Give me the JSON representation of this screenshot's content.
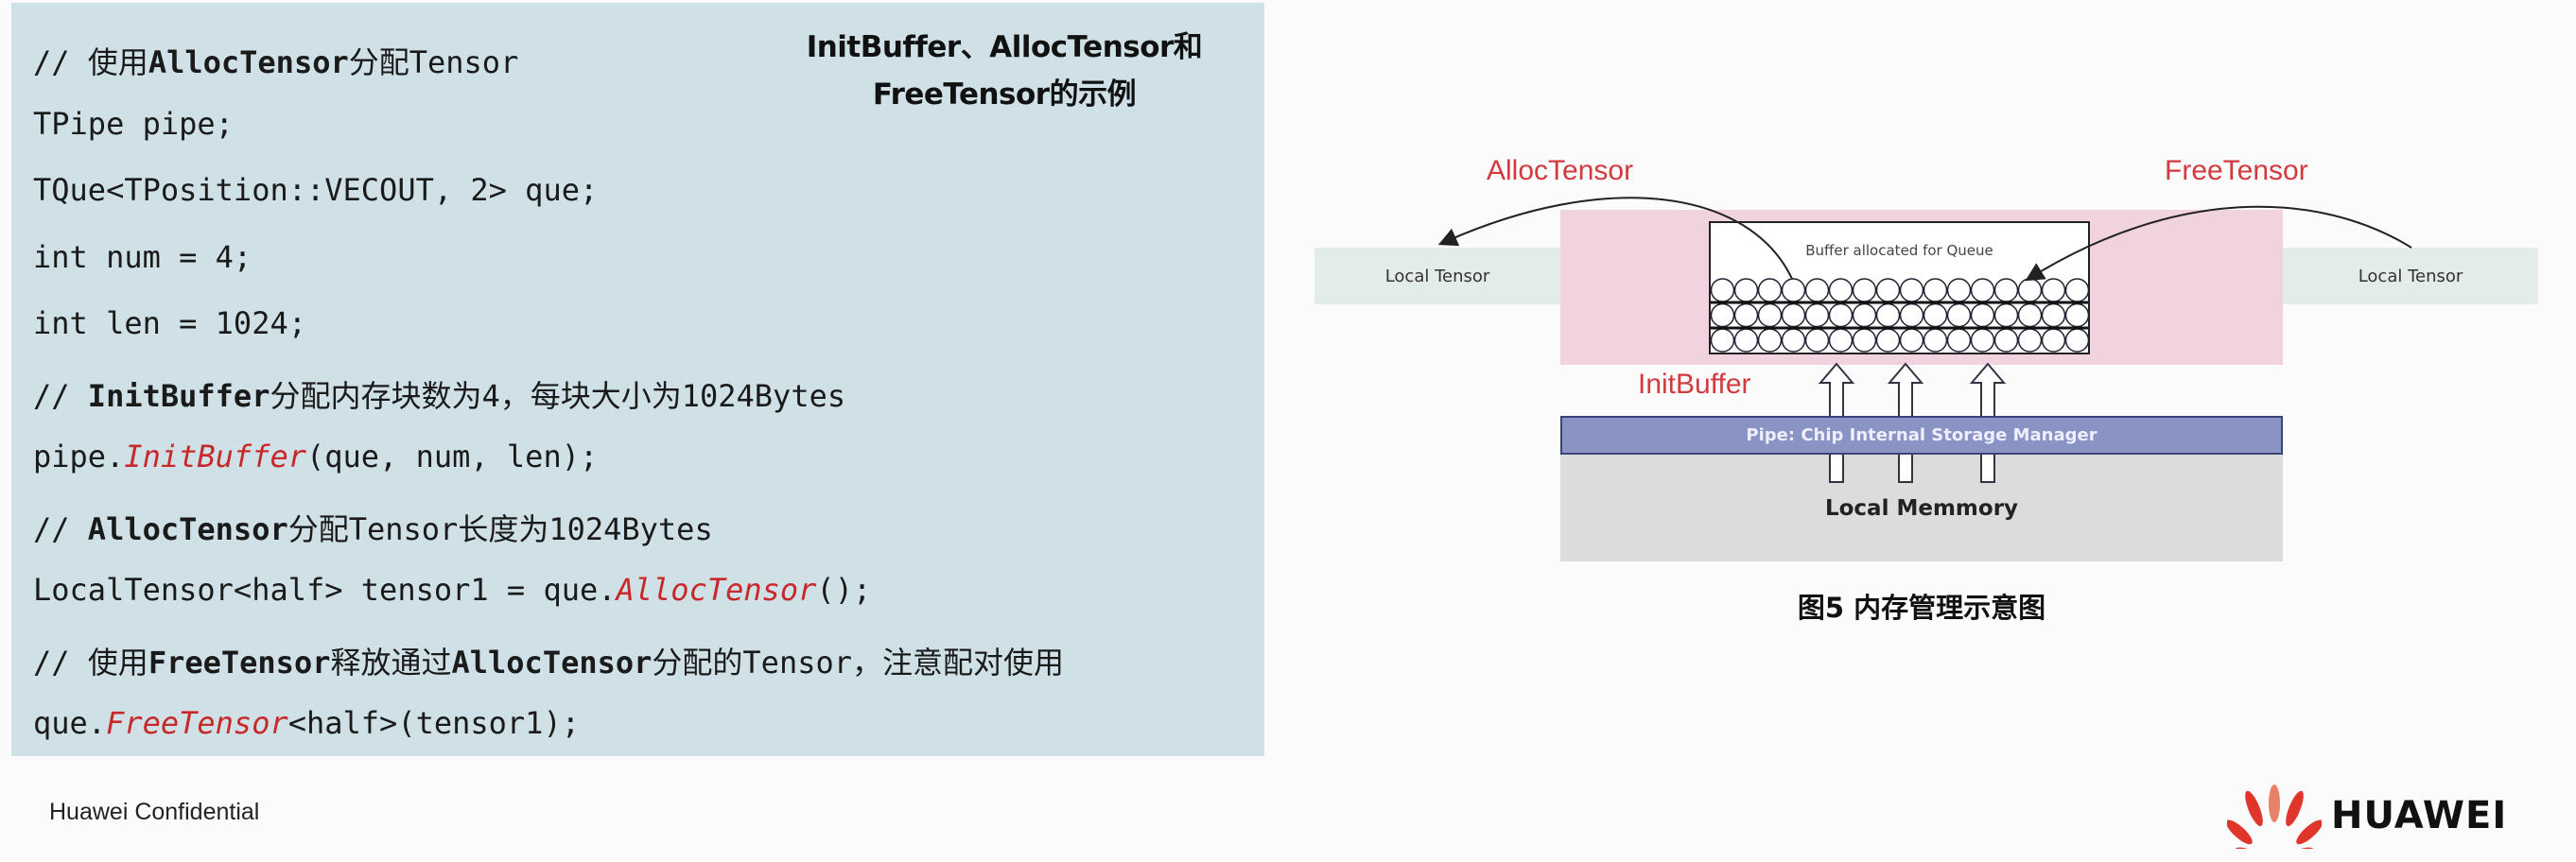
{
  "code_panel": {
    "title_line1": "InitBuffer、AllocTensor和",
    "title_line2": "FreeTensor的示例",
    "lines": [
      [
        {
          "t": "// 使用"
        },
        {
          "t": "AllocTensor",
          "s": "b"
        },
        {
          "t": "分配Tensor"
        }
      ],
      [
        {
          "t": "TPipe pipe;"
        }
      ],
      [
        {
          "t": "TQue<TPosition::VECOUT, 2> que;"
        }
      ],
      [
        {
          "t": "int num = 4;"
        }
      ],
      [
        {
          "t": "int len = 1024;"
        }
      ],
      [
        {
          "t": "// "
        },
        {
          "t": "InitBuffer",
          "s": "b"
        },
        {
          "t": "分配内存块数为4，每块大小为1024Bytes"
        }
      ],
      [
        {
          "t": "pipe."
        },
        {
          "t": "InitBuffer",
          "s": "r"
        },
        {
          "t": "(que, num, len);"
        }
      ],
      [
        {
          "t": "// "
        },
        {
          "t": "AllocTensor",
          "s": "b"
        },
        {
          "t": "分配Tensor长度为1024Bytes"
        }
      ],
      [
        {
          "t": "LocalTensor<half> tensor1 = que."
        },
        {
          "t": "AllocTensor",
          "s": "r"
        },
        {
          "t": "();"
        }
      ],
      [
        {
          "t": "// 使用"
        },
        {
          "t": "FreeTensor",
          "s": "b"
        },
        {
          "t": "释放通过"
        },
        {
          "t": "AllocTensor",
          "s": "b"
        },
        {
          "t": "分配的Tensor，注意配对使用"
        }
      ],
      [
        {
          "t": "que."
        },
        {
          "t": "FreeTensor",
          "s": "r"
        },
        {
          "t": "<half>(tensor1);"
        }
      ]
    ]
  },
  "diagram": {
    "alloc_label": "AllocTensor",
    "free_label": "FreeTensor",
    "local_tensor_left": "Local Tensor",
    "local_tensor_right": "Local Tensor",
    "buffer_label": "Buffer allocated for Queue",
    "init_label": "InitBuffer",
    "pipe_label": "Pipe: Chip Internal Storage Manager",
    "memory_label": "Local Memmory",
    "caption": "图5 内存管理示意图"
  },
  "footer": {
    "confidential": "Huawei Confidential",
    "brand": "HUAWEI"
  },
  "colors": {
    "accent_red": "#d23a3d",
    "code_bg": "#cfe1e7",
    "pink": "#f1d3e0",
    "pipe": "#8a94c4"
  }
}
